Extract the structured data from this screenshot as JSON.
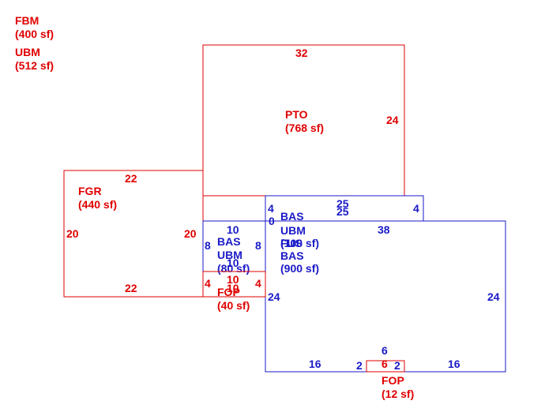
{
  "colors": {
    "red": "#e00000",
    "blue": "#1a1ac8",
    "background": "#ffffff"
  },
  "summary": [
    {
      "code": "FBM",
      "area": "(400 sf)"
    },
    {
      "code": "UBM",
      "area": "(512 sf)"
    }
  ],
  "areas": {
    "pto": {
      "code": "PTO",
      "area": "(768 sf)",
      "dims": [
        "32",
        "24"
      ]
    },
    "fgr": {
      "code": "FGR",
      "area": "(440 sf)",
      "dims": [
        "22",
        "20",
        "20",
        "22"
      ]
    },
    "bas_upper": {
      "code": "BAS",
      "code2": "UBM",
      "area": "(100 sf)",
      "dims": [
        "25",
        "25",
        "4",
        "4",
        "0"
      ]
    },
    "bas_small": {
      "code": "BAS",
      "code2": "UBM",
      "area": "(80 sf)",
      "dims": [
        "10",
        "8",
        "8",
        "10"
      ]
    },
    "fop_small": {
      "code": "FOP",
      "area": "(40 sf)",
      "dims": [
        "4",
        "10",
        "4",
        "10"
      ]
    },
    "main": {
      "code": "FUS",
      "code2": "BAS",
      "area": "(900 sf)",
      "dims": [
        "38",
        "24",
        "24",
        "16",
        "16",
        "2",
        "2",
        "6"
      ]
    },
    "fop_bottom": {
      "code": "FOP",
      "area": "(12 sf)",
      "dims": [
        "6"
      ]
    }
  }
}
